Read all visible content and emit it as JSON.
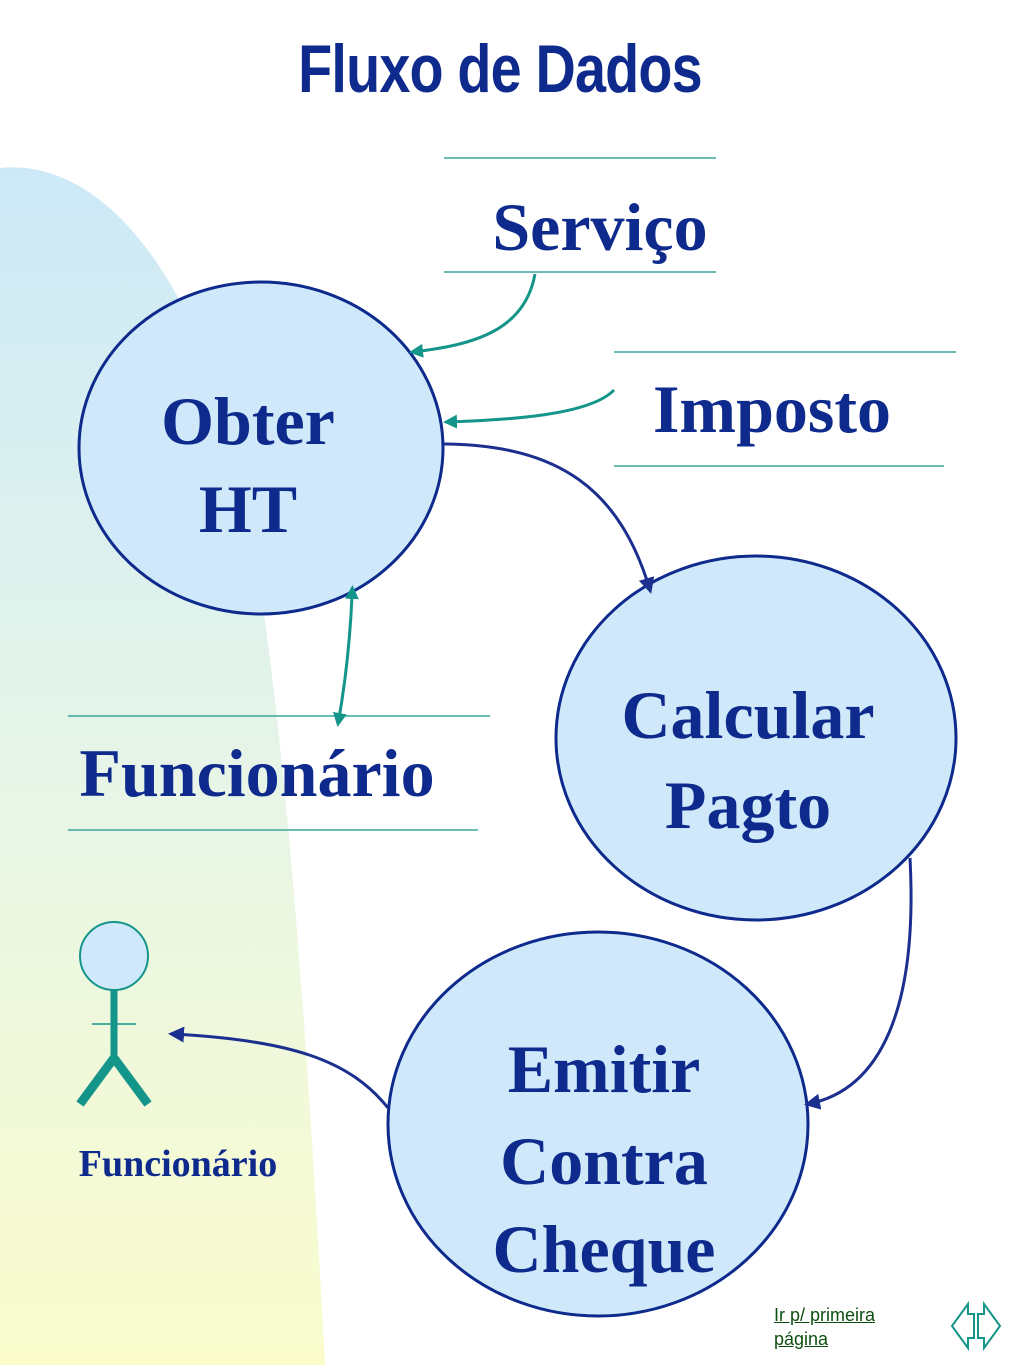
{
  "title": "Fluxo de Dados",
  "processes": {
    "obter": [
      "Obter",
      "HT"
    ],
    "calcular": [
      "Calcular",
      "Pagto"
    ],
    "emitir": [
      "Emitir",
      "Contra",
      "Cheque"
    ]
  },
  "stores": {
    "servico": "Serviço",
    "imposto": "Imposto",
    "funcionario": "Funcionário"
  },
  "actor": {
    "label": "Funcionário"
  },
  "footer": {
    "link_line1": "Ir p/ primeira",
    "link_line2": "página"
  },
  "colors": {
    "text": "#0d2a8c",
    "process_fill": "#cfe9fb",
    "process_stroke": "#0d2a8c",
    "teal": "#14958a",
    "navy_arrow": "#1b2f8f",
    "store_line": "#3aa79a",
    "bg_top": "#cde9f8",
    "bg_bottom": "#fafccc"
  }
}
